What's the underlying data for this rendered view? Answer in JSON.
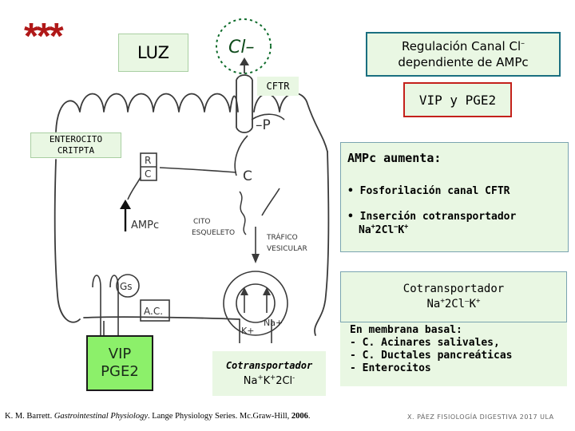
{
  "stars": "***",
  "luz": "LUZ",
  "regulacion": {
    "line1": "Regulación Canal Cl",
    "line1_sup": "–",
    "line2": "dependiente de AMPc"
  },
  "cftr": "CFTR",
  "vip_pge2": "VIP y PGE2",
  "enterocito": {
    "line1": "ENTEROCITO",
    "line2": "CRITPTA"
  },
  "ampc_box": {
    "title": "AMPc aumenta:",
    "bullet1": "• Fosforilación canal CFTR",
    "bullet2_a": "• Inserción cotransportador",
    "bullet2_b_pre": "Na",
    "bullet2_b_sup1": "+",
    "bullet2_b_mid": "2Cl",
    "bullet2_b_sup2": "–",
    "bullet2_b_end": "K",
    "bullet2_b_sup3": "+"
  },
  "cotransportador_box": {
    "line1": "Cotransportador",
    "line2_pre": "Na",
    "line2_sup1": "+",
    "line2_mid": "2Cl",
    "line2_sup2": "–",
    "line2_end": "K",
    "line2_sup3": "+"
  },
  "membrana": {
    "line1": "En membrana basal:",
    "line2": "- C. Acinares salivales,",
    "line3": "- C. Ductales pancreáticas",
    "line4": "- Enterocitos"
  },
  "vip_box": {
    "line1": "VIP",
    "line2": "PGE2"
  },
  "cotransportador_bottom": {
    "line1": "Cotransportador",
    "line2_pre": "Na",
    "line2_sup1": "+",
    "line2_mid": "K",
    "line2_sup2": "+",
    "line2_mid2": "2Cl",
    "line2_sup3": "-"
  },
  "drawing": {
    "cl_channel": "Cl–",
    "p_label": "–P",
    "r_label": "R",
    "c_label": "C",
    "c_label2": "C",
    "ampc_label": "AMPc",
    "citoesq_1": "CITO",
    "citoesq_2": "ESQUELETO",
    "trafico_1": "TRÁFICO",
    "trafico_2": "VESICULAR",
    "gs": "Gs",
    "ac": "A.C.",
    "k": "K+",
    "na": "Na+"
  },
  "reference": {
    "authors": "K. M. Barrett. ",
    "title": "Gastrointestinal Physiology",
    "rest": ". Lange Physiology Series. Mc.Graw-Hill, ",
    "year": "2006",
    "end": "."
  },
  "credit": "X. PÁEZ  FISIOLOGÍA DIGESTIVA 2017 ULA",
  "colors": {
    "box_fill": "#e9f7e3",
    "vip_fill": "#8cf06a",
    "star": "#b01818",
    "reg_border": "#1a6f80",
    "vip_border": "#c4211b",
    "sketch": "#3a3a3a"
  }
}
